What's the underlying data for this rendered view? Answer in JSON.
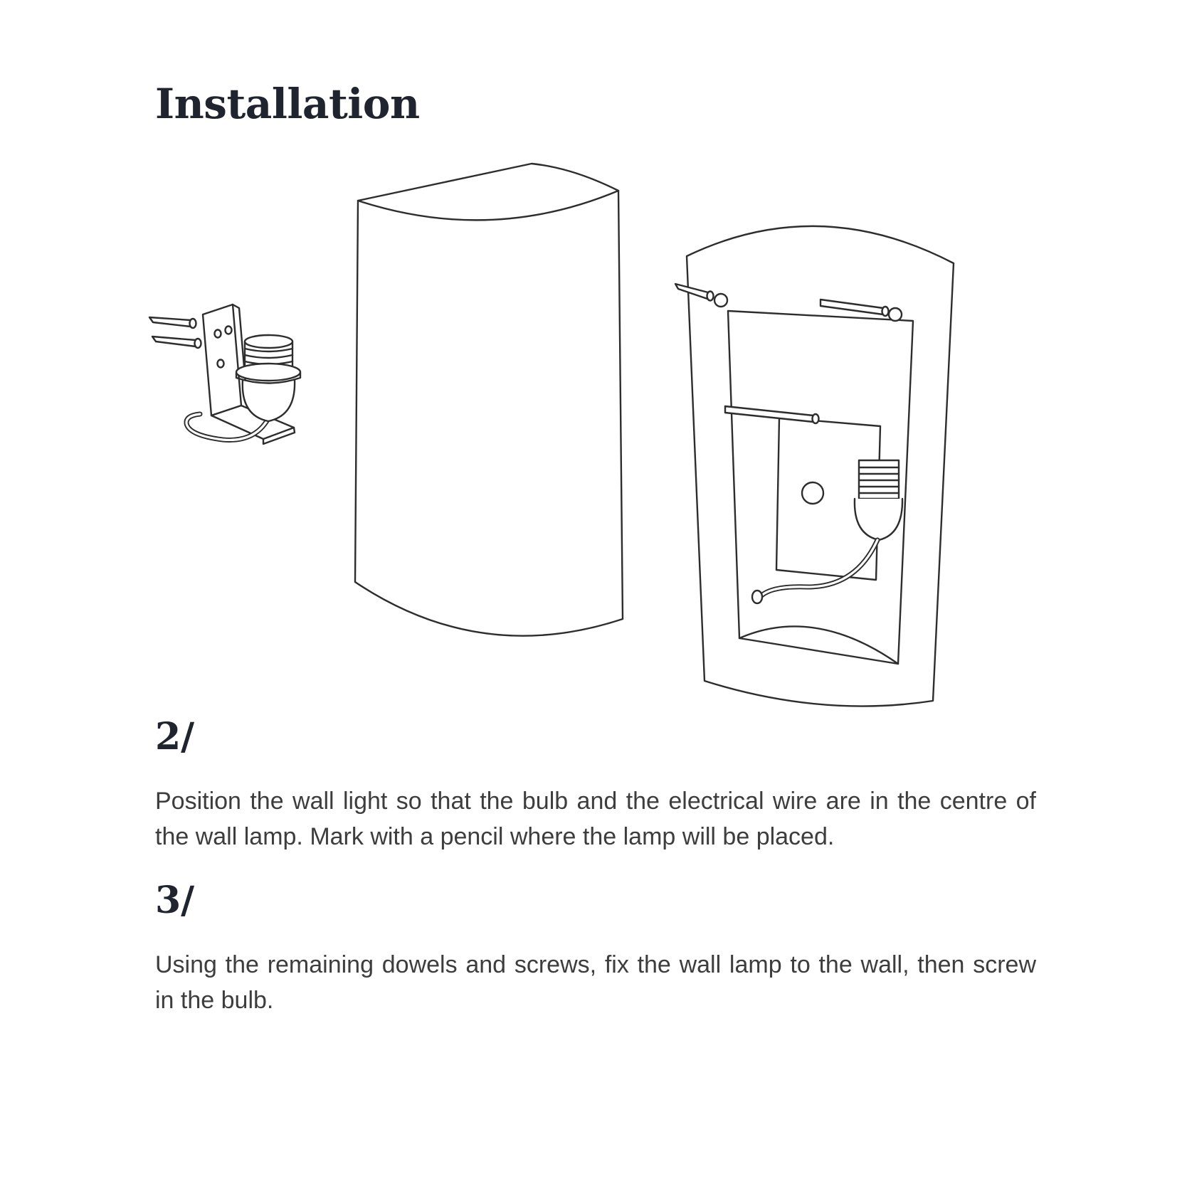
{
  "page": {
    "title": "Installation",
    "steps": [
      {
        "number": "2/",
        "text": "Position the wall light so that the bulb and the electrical wire are in the centre of the wall lamp. Mark with a pencil where the lamp will be placed."
      },
      {
        "number": "3/",
        "text": "Using the remaining dowels and screws, fix the wall lamp to the wall, then screw in the bulb."
      }
    ],
    "illustrations": {
      "bracket": "wall-bracket-with-lamp-socket-and-screws",
      "shade": "wall-lamp-shade-front-view",
      "back": "wall-lamp-back-view-with-mounting-hardware"
    }
  },
  "colors": {
    "line": "#2d2d2d",
    "heading": "#20242e",
    "body_text": "#3d3d3d",
    "background": "#ffffff"
  }
}
